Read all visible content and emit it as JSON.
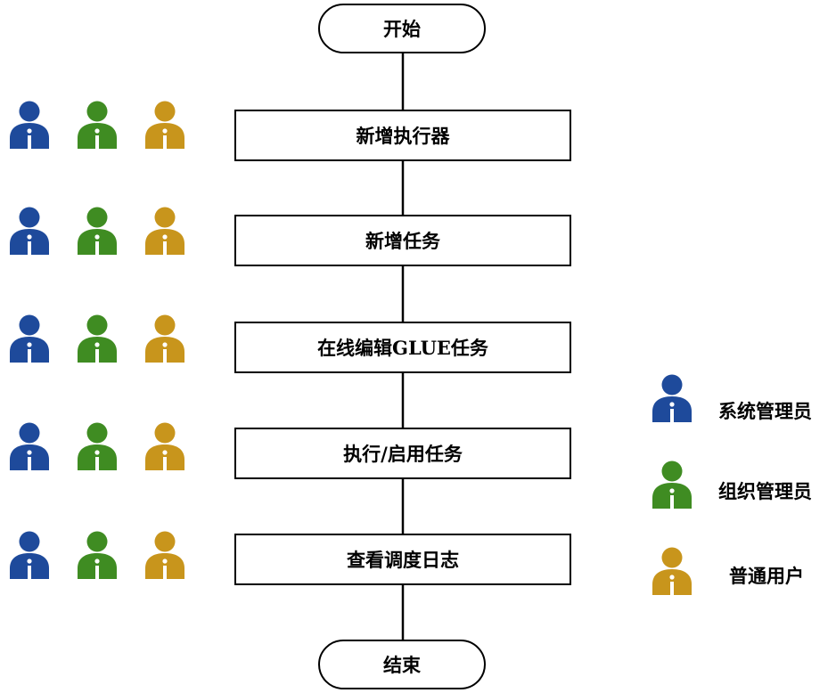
{
  "flow": {
    "start_label": "开始",
    "end_label": "结束",
    "steps": [
      {
        "label": "新增执行器",
        "roles": [
          "system_admin",
          "org_admin",
          "normal_user"
        ]
      },
      {
        "label": "新增任务",
        "roles": [
          "system_admin",
          "org_admin",
          "normal_user"
        ]
      },
      {
        "label": "在线编辑GLUE任务",
        "roles": [
          "system_admin",
          "org_admin",
          "normal_user"
        ]
      },
      {
        "label": "执行/启用任务",
        "roles": [
          "system_admin",
          "org_admin",
          "normal_user"
        ]
      },
      {
        "label": "查看调度日志",
        "roles": [
          "system_admin",
          "org_admin",
          "normal_user"
        ]
      }
    ]
  },
  "legend": [
    {
      "role": "system_admin",
      "label": "系统管理员",
      "color": "#1e4a9b",
      "icon": "user-icon"
    },
    {
      "role": "org_admin",
      "label": "组织管理员",
      "color": "#3f8c22",
      "icon": "user-icon"
    },
    {
      "role": "normal_user",
      "label": "普通用户",
      "color": "#c8951c",
      "icon": "user-icon"
    }
  ]
}
